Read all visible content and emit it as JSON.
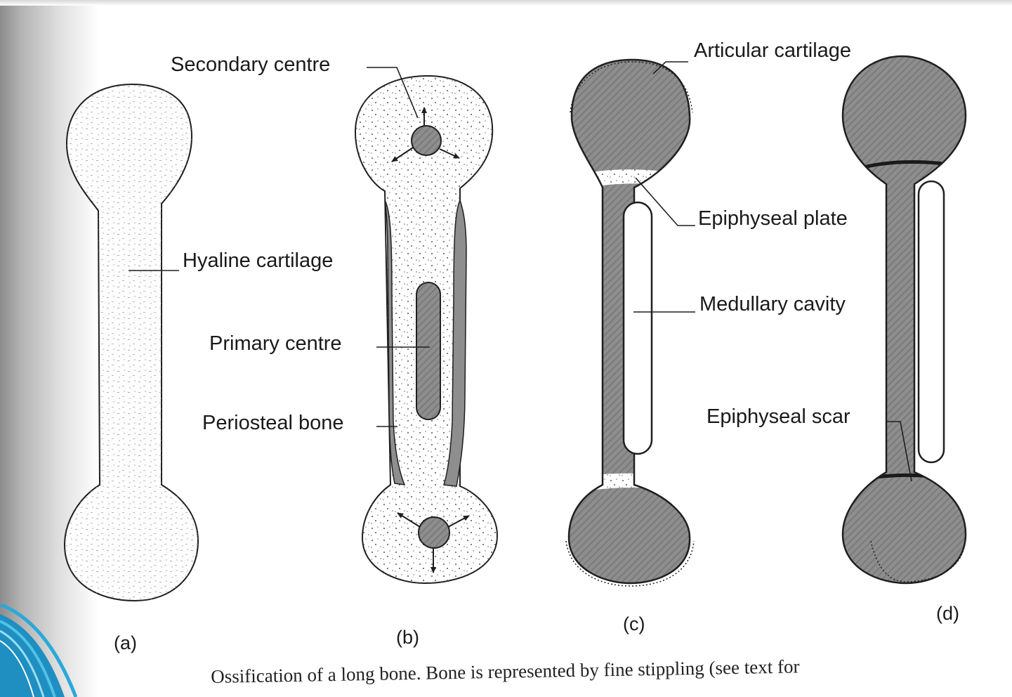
{
  "labels": {
    "secondary_centre": "Secondary centre",
    "hyaline_cartilage": "Hyaline cartilage",
    "primary_centre": "Primary centre",
    "periosteal_bone": "Periosteal bone",
    "articular_cartilage": "Articular cartilage",
    "epiphyseal_plate": "Epiphyseal plate",
    "medullary_cavity": "Medullary cavity",
    "epiphyseal_scar": "Epiphyseal scar"
  },
  "panels": {
    "a": "(a)",
    "b": "(b)",
    "c": "(c)",
    "d": "(d)"
  },
  "caption": "Ossification of a long bone. Bone is represented by fine stippling (see text for",
  "colors": {
    "bone_gray": "#8e8e8e",
    "line": "#1f1f1f",
    "cartilage": "#ffffff",
    "slide_accent": "#1ea1cc"
  }
}
